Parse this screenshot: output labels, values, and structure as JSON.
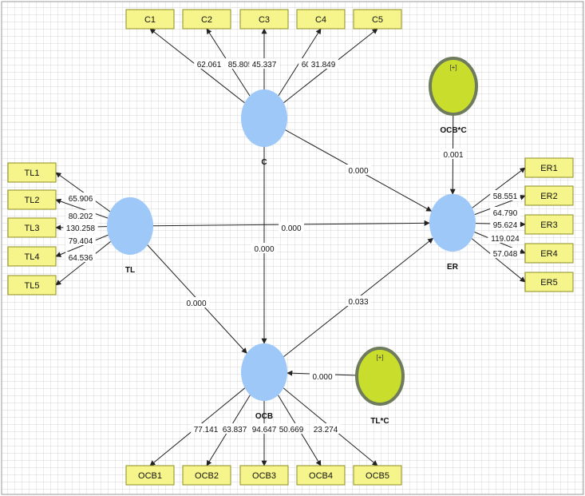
{
  "model": {
    "latents": [
      {
        "id": "C",
        "label": "C"
      },
      {
        "id": "TL",
        "label": "TL"
      },
      {
        "id": "ER",
        "label": "ER"
      },
      {
        "id": "OCB",
        "label": "OCB"
      }
    ],
    "moderators": [
      {
        "id": "OCBxC",
        "label": "OCB*C",
        "symbol": "[+]"
      },
      {
        "id": "TLxC",
        "label": "TL*C",
        "symbol": "[+]"
      }
    ],
    "indicators": [
      {
        "id": "C1",
        "label": "C1",
        "latent": "C",
        "value": "62.061"
      },
      {
        "id": "C2",
        "label": "C2",
        "latent": "C",
        "value": "85.805"
      },
      {
        "id": "C3",
        "label": "C3",
        "latent": "C",
        "value": "45.337"
      },
      {
        "id": "C4",
        "label": "C4",
        "latent": "C",
        "value": "60.506"
      },
      {
        "id": "C5",
        "label": "C5",
        "latent": "C",
        "value": "31.849"
      },
      {
        "id": "TL1",
        "label": "TL1",
        "latent": "TL",
        "value": "65.906"
      },
      {
        "id": "TL2",
        "label": "TL2",
        "latent": "TL",
        "value": "80.202"
      },
      {
        "id": "TL3",
        "label": "TL3",
        "latent": "TL",
        "value": "130.258"
      },
      {
        "id": "TL4",
        "label": "TL4",
        "latent": "TL",
        "value": "79.404"
      },
      {
        "id": "TL5",
        "label": "TL5",
        "latent": "TL",
        "value": "64.536"
      },
      {
        "id": "ER1",
        "label": "ER1",
        "latent": "ER",
        "value": "58.551"
      },
      {
        "id": "ER2",
        "label": "ER2",
        "latent": "ER",
        "value": "64.790"
      },
      {
        "id": "ER3",
        "label": "ER3",
        "latent": "ER",
        "value": "95.624"
      },
      {
        "id": "ER4",
        "label": "ER4",
        "latent": "ER",
        "value": "119.024"
      },
      {
        "id": "ER5",
        "label": "ER5",
        "latent": "ER",
        "value": "57.048"
      },
      {
        "id": "OCB1",
        "label": "OCB1",
        "latent": "OCB",
        "value": "77.141"
      },
      {
        "id": "OCB2",
        "label": "OCB2",
        "latent": "OCB",
        "value": "63.837"
      },
      {
        "id": "OCB3",
        "label": "OCB3",
        "latent": "OCB",
        "value": "94.647"
      },
      {
        "id": "OCB4",
        "label": "OCB4",
        "latent": "OCB",
        "value": "50.669"
      },
      {
        "id": "OCB5",
        "label": "OCB5",
        "latent": "OCB",
        "value": "23.274"
      }
    ],
    "paths": [
      {
        "from": "C",
        "to": "ER",
        "value": "0.000"
      },
      {
        "from": "TL",
        "to": "ER",
        "value": "0.000"
      },
      {
        "from": "C",
        "to": "OCB",
        "value": "0.000"
      },
      {
        "from": "TL",
        "to": "OCB",
        "value": "0.000"
      },
      {
        "from": "OCB",
        "to": "ER",
        "value": "0.033"
      },
      {
        "from": "OCBxC",
        "to": "ER",
        "value": "0.001"
      },
      {
        "from": "TLxC",
        "to": "OCB",
        "value": "0.000"
      }
    ]
  },
  "colors": {
    "latent": "#9ec8f8",
    "moderator": "#c9dd2d",
    "indicator": "#f5f58c",
    "grid": "#c8c8c8"
  }
}
